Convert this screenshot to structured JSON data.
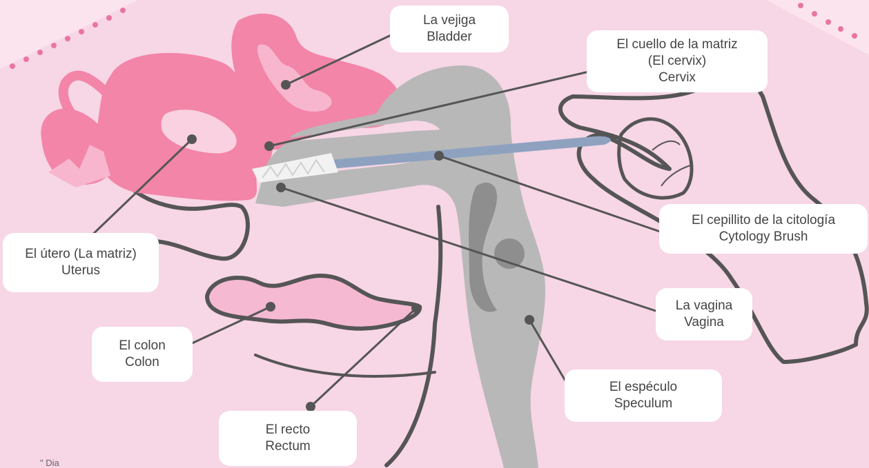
{
  "colors": {
    "background": "#f7d6e5",
    "uterus": "#f285a8",
    "uterus_light": "#f5b3cc",
    "speculum": "#b8b8b8",
    "speculum_dark": "#8e8e8e",
    "brush": "#8ea2c0",
    "outline": "#555555",
    "vagina_dot": "#e0578b"
  },
  "labels": {
    "bladder": {
      "es": "La vejiga",
      "en": "Bladder"
    },
    "cervix": {
      "es": "El cuello de la matriz",
      "es2": "(El cervix)",
      "en": "Cervix"
    },
    "brush": {
      "es": "El cepillito de la citología",
      "en": "Cytology Brush"
    },
    "uterus": {
      "es": "El útero (La matriz)",
      "en": "Uterus"
    },
    "vagina": {
      "es": "La vagina",
      "en": "Vagina"
    },
    "colon": {
      "es": "El colon",
      "en": "Colon"
    },
    "speculum": {
      "es": "El espéculo",
      "en": "Speculum"
    },
    "rectum": {
      "es": "El recto",
      "en": "Rectum"
    }
  },
  "footnote": "\" Dia"
}
